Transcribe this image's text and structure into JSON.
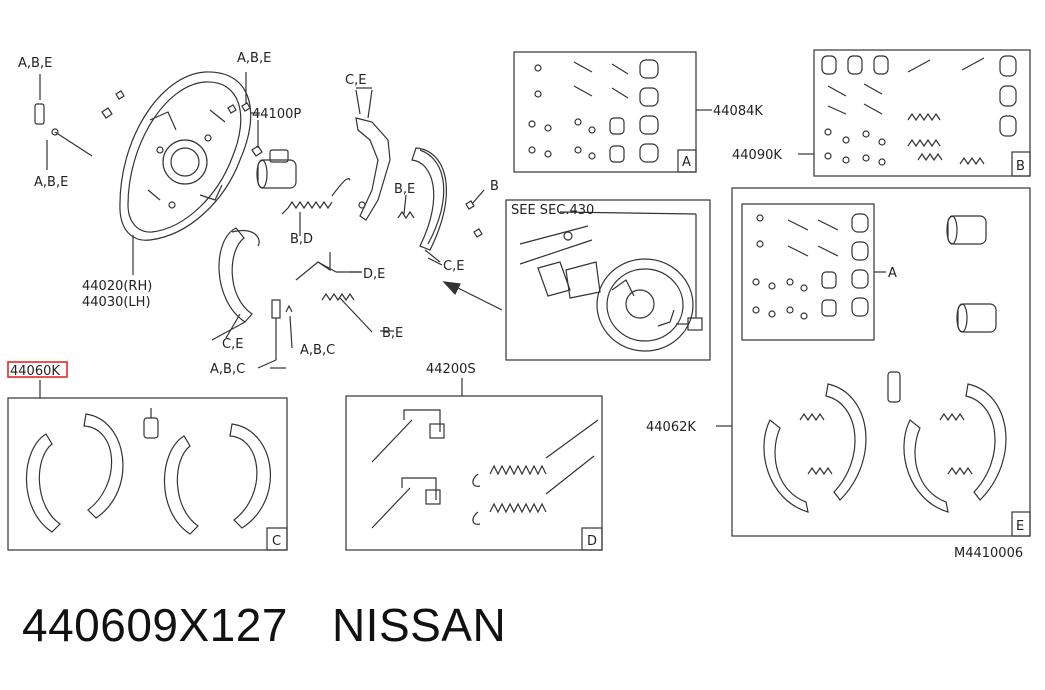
{
  "diagram": {
    "labels": {
      "abe_top_left": "A,B,E",
      "abe_mid_left": "A,B,E",
      "abe_top_center": "A,B,E",
      "ce_top": "C,E",
      "p44100": "44100P",
      "bd": "B,D",
      "be_small": "B,E",
      "b_small": "B",
      "de": "D,E",
      "ce_shoe": "C,E",
      "be_spring": "B,E",
      "ce_left_shoe": "C,E",
      "abc_1": "A,B,C",
      "abc_2": "A,B,C",
      "p44020": "44020(RH)",
      "p44030": "44030(LH)",
      "see_sec": "SEE SEC.430",
      "p44084": "44084K",
      "p44090": "44090K",
      "a_small": "A",
      "p44062": "44062K",
      "p44060": "44060K",
      "p44200": "44200S",
      "ref_code": "M4410006"
    },
    "box_letters": {
      "a": "A",
      "b": "B",
      "c": "C",
      "d": "D",
      "e": "E"
    },
    "highlight_color": "#e8262b",
    "line_color": "#333333"
  },
  "caption": {
    "part_number": "440609X127",
    "brand": "NISSAN"
  }
}
